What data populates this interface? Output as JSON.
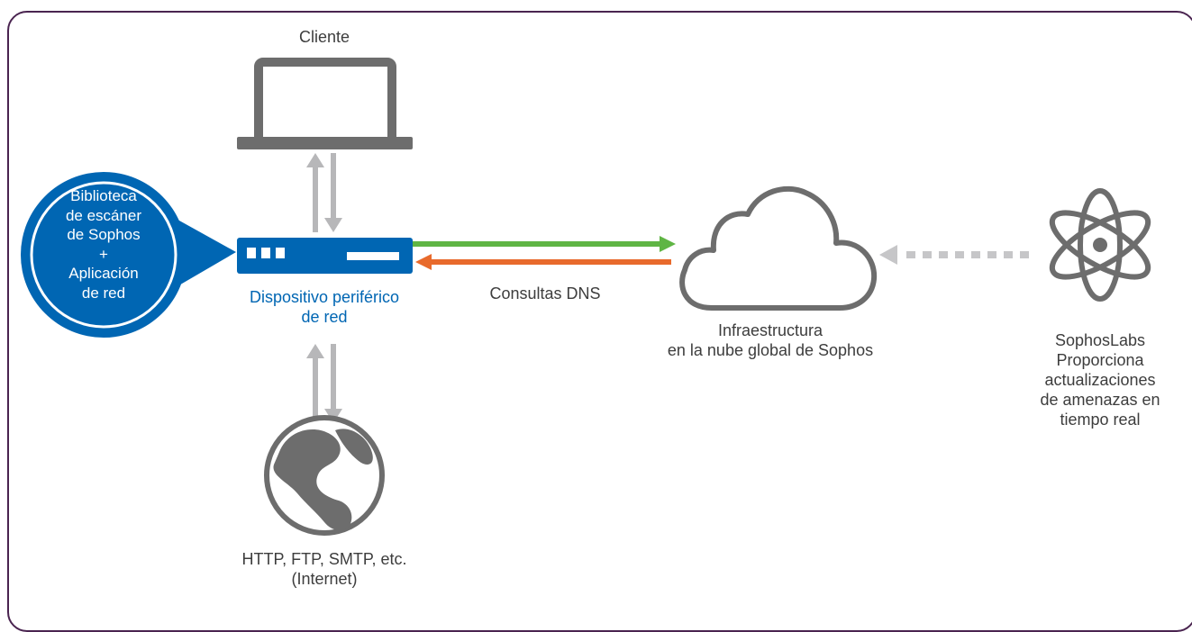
{
  "colors": {
    "frame": "#4a2450",
    "brand_blue": "#0066b3",
    "gray_icon": "#6d6d6d",
    "gray_arrow": "#b7b7b9",
    "green_arrow": "#5fb544",
    "orange_arrow": "#e86a2c",
    "dotted_arrow": "#c6c6c8"
  },
  "icons": {
    "client": "laptop-icon",
    "device": "network-appliance-icon",
    "internet": "globe-icon",
    "cloud": "cloud-icon",
    "labs": "atom-icon"
  },
  "labels": {
    "client": "Cliente",
    "callout": [
      "Biblioteca",
      "de escáner",
      "de Sophos",
      "+",
      "Aplicación",
      "de red"
    ],
    "device": [
      "Dispositivo periférico",
      "de red"
    ],
    "dns": "Consultas DNS",
    "cloud": [
      "Infraestructura",
      "en la nube global de Sophos"
    ],
    "internet": [
      "HTTP, FTP, SMTP, etc.",
      "(Internet)"
    ],
    "labs": [
      "SophosLabs",
      "Proporciona",
      "actualizaciones",
      "de amenazas en",
      "tiempo real"
    ]
  }
}
